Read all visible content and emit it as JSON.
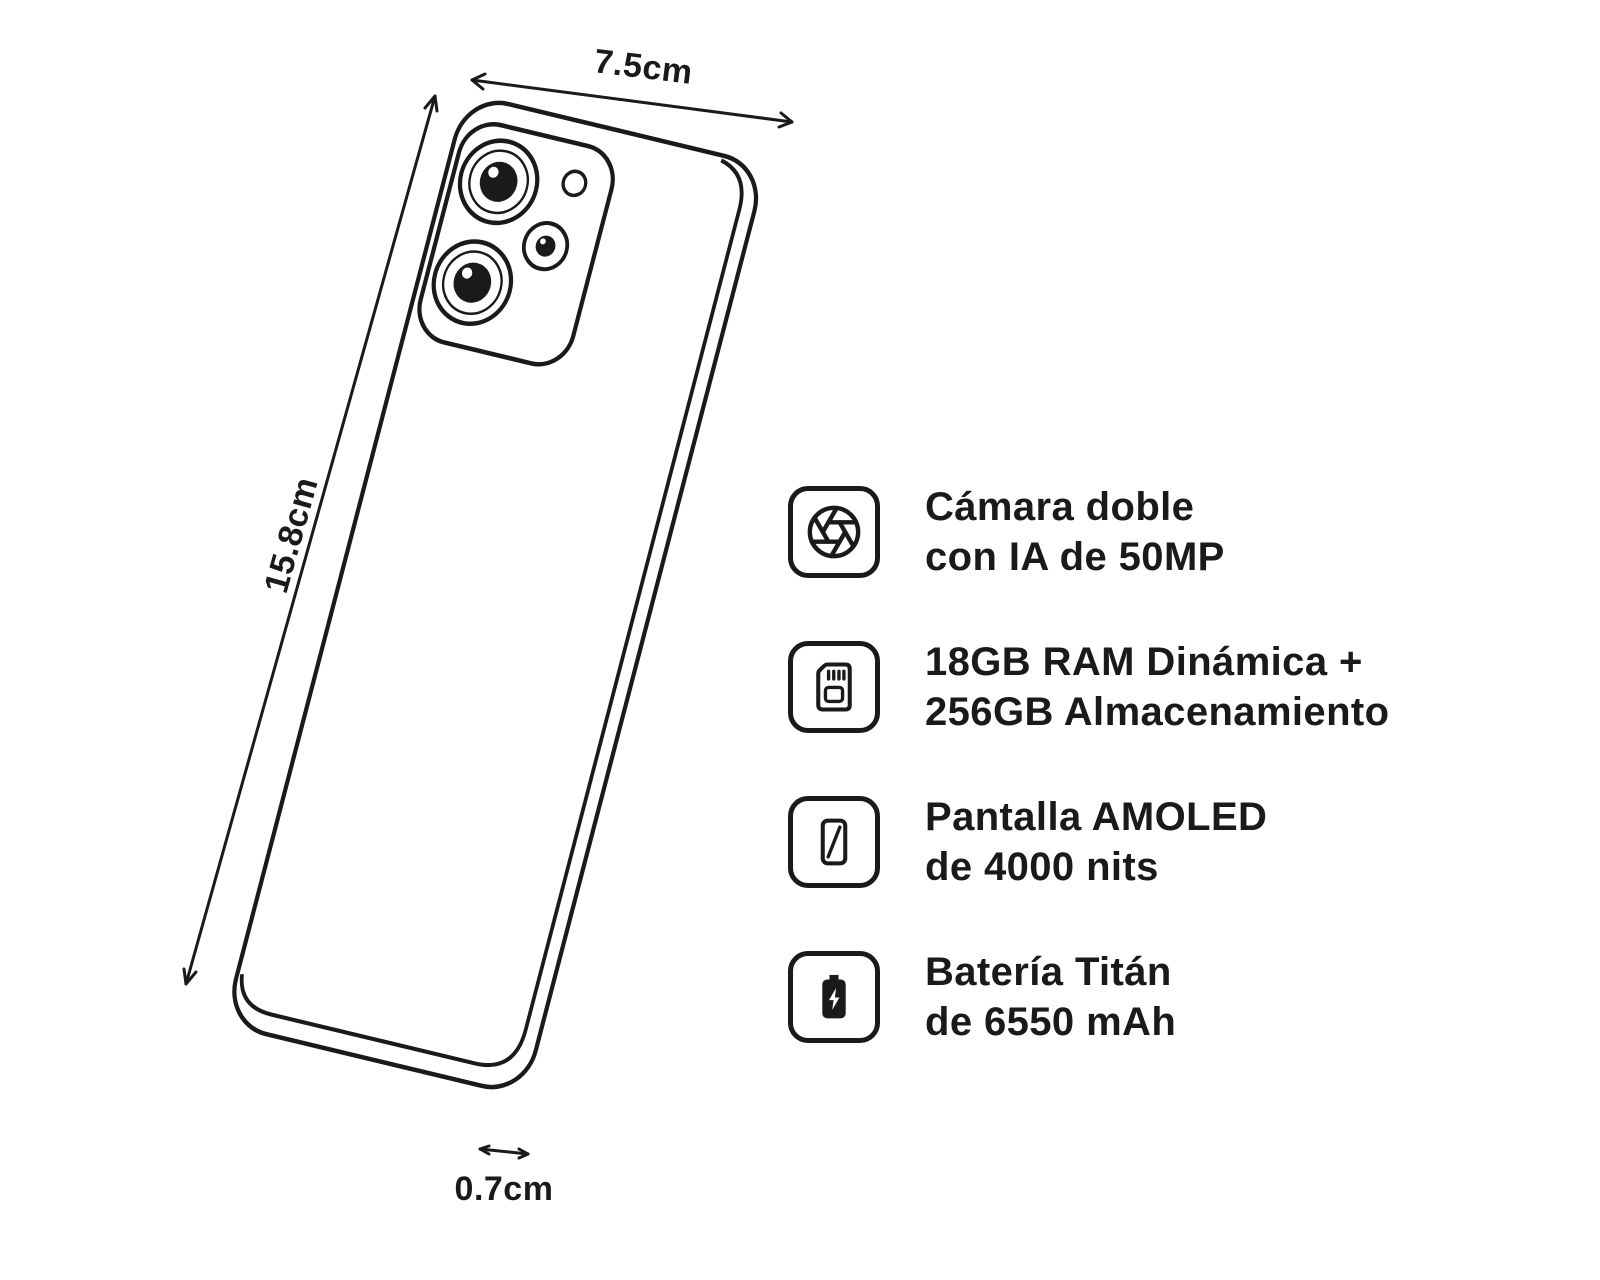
{
  "colors": {
    "ink": "#1a1a1a",
    "background": "#ffffff"
  },
  "diagram": {
    "width_label": "7.5cm",
    "height_label": "15.8cm",
    "thickness_label": "0.7cm"
  },
  "features": [
    {
      "icon": "aperture-icon",
      "line1": "Cámara doble",
      "line2": "con IA de 50MP"
    },
    {
      "icon": "sd-card-icon",
      "line1": "18GB RAM Dinámica +",
      "line2": "256GB Almacenamiento"
    },
    {
      "icon": "screen-icon",
      "line1": "Pantalla AMOLED",
      "line2": "de 4000 nits"
    },
    {
      "icon": "battery-icon",
      "line1": "Batería Titán",
      "line2": "de 6550 mAh"
    }
  ]
}
